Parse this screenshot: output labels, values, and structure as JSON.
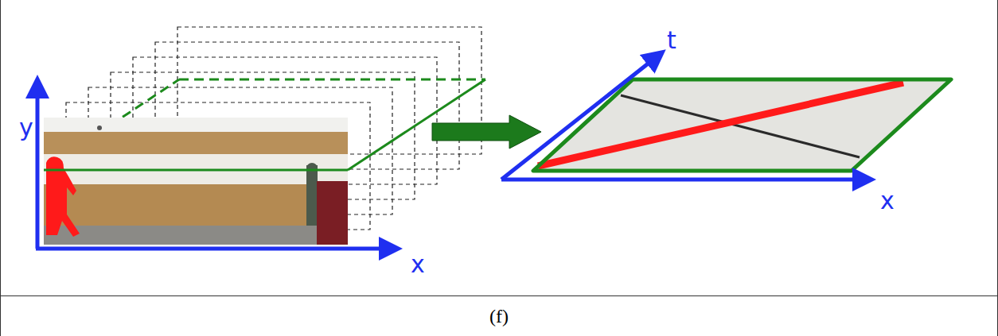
{
  "diagram": {
    "caption": "(f)",
    "labels": [
      "y",
      "x",
      "t",
      "x"
    ]
  }
}
